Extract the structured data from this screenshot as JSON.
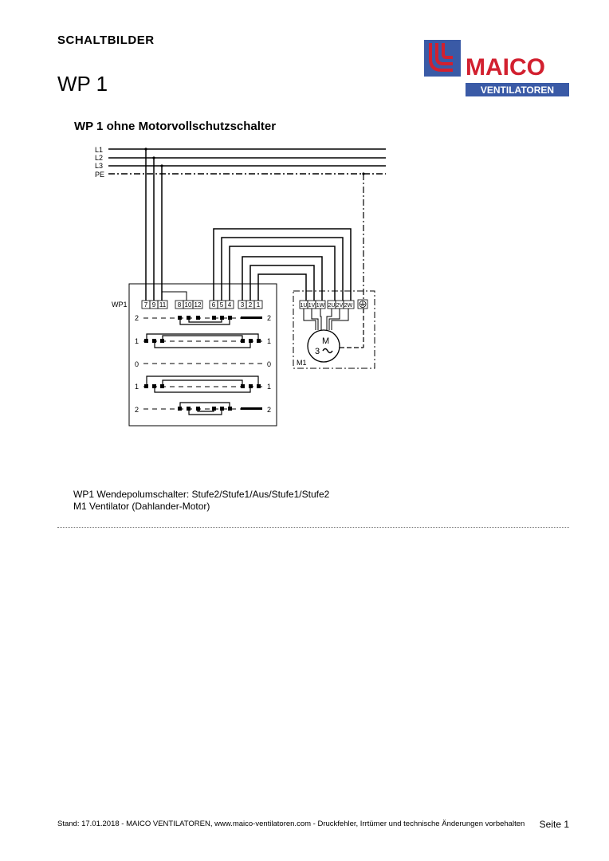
{
  "header": {
    "section": "SCHALTBILDER",
    "title": "WP 1",
    "logo_word": "MAICO",
    "logo_sub": "VENTILATOREN"
  },
  "diagram": {
    "title": "WP 1 ohne Motorvollschutzschalter",
    "lines": [
      "L1",
      "L2",
      "L3",
      "PE"
    ],
    "switch_label": "WP1",
    "terminals": [
      "7",
      "9",
      "11",
      "8",
      "10",
      "12",
      "6",
      "5",
      "4",
      "3",
      "2",
      "1"
    ],
    "motor_label": "M1",
    "motor_terminals": [
      "1U",
      "1V",
      "1W",
      "2U",
      "2V",
      "2W"
    ],
    "motor_symbol": "M",
    "motor_phases": "3",
    "levels": [
      "2",
      "1",
      "0",
      "1",
      "2"
    ],
    "colors": {
      "logo_red": "#d2202f",
      "logo_blue": "#3a5aa6"
    }
  },
  "legend": [
    "WP1 Wendepolumschalter: Stufe2/Stufe1/Aus/Stufe1/Stufe2",
    "M1 Ventilator (Dahlander-Motor)"
  ],
  "footer": {
    "text": "Stand: 17.01.2018 - MAICO VENTILATOREN, www.maico-ventilatoren.com - Druckfehler, Irrtümer und technische Änderungen vorbehalten",
    "page": "Seite 1"
  }
}
